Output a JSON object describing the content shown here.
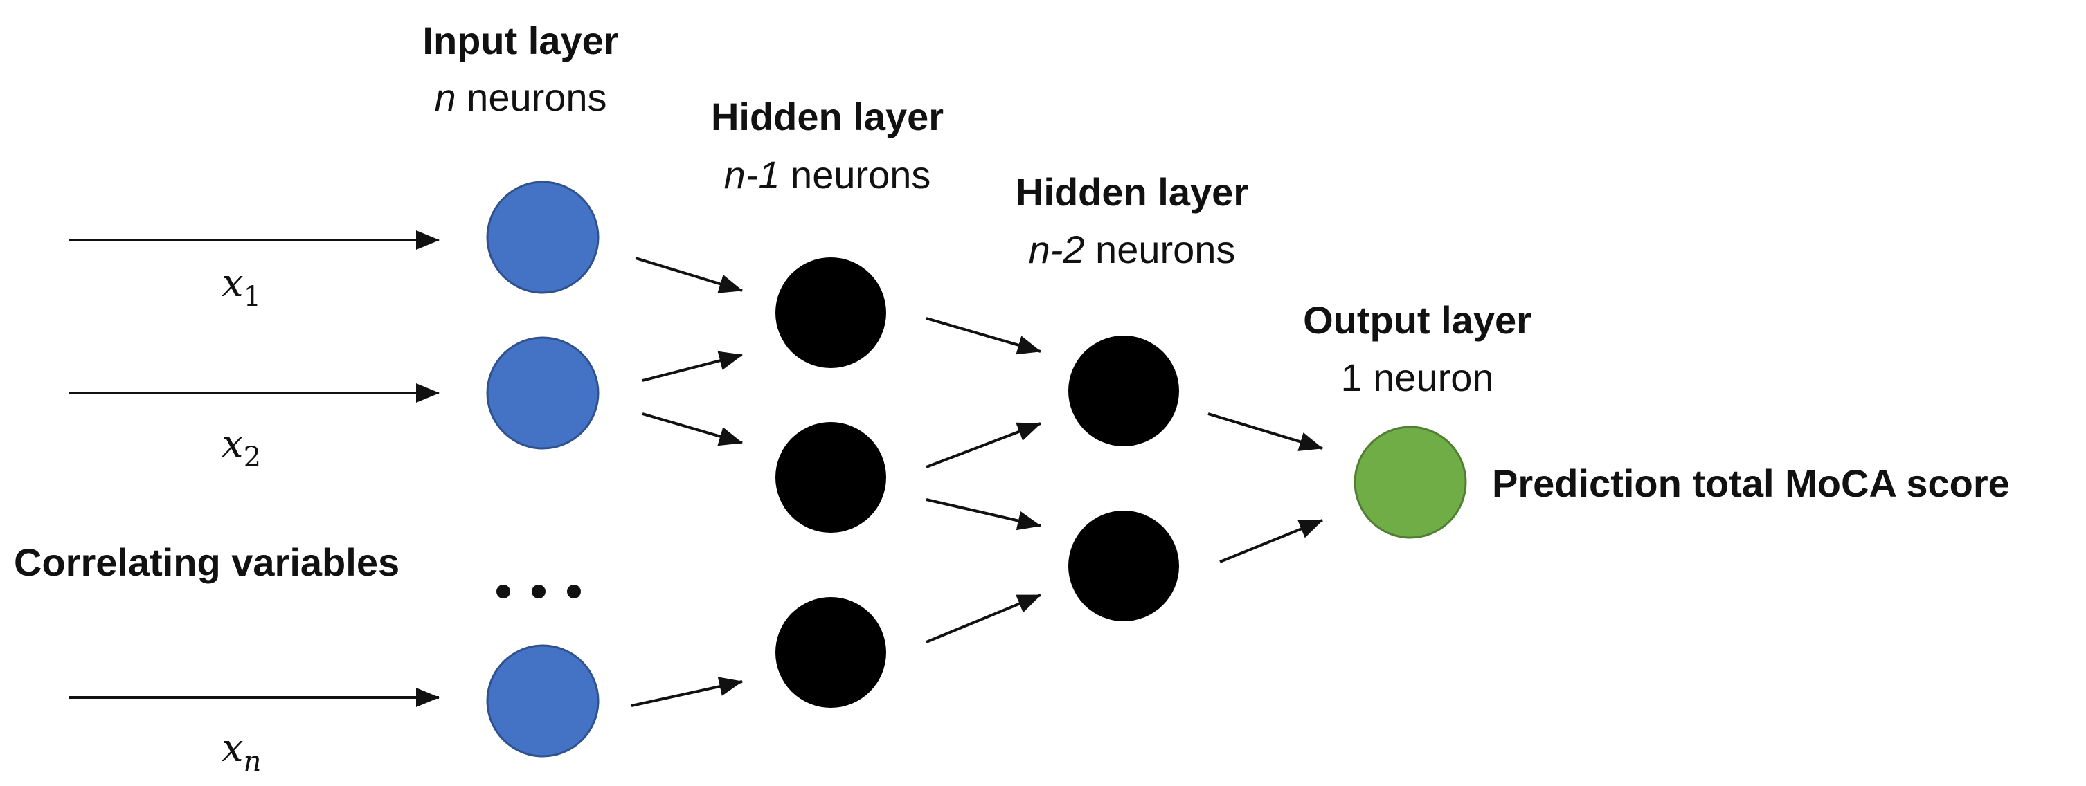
{
  "layers": {
    "input": {
      "title": "Input layer",
      "count_var": "n",
      "count_text": " neurons",
      "color": "#4472C4"
    },
    "hidden1": {
      "title": "Hidden layer",
      "count_var": "n-1",
      "count_text": " neurons",
      "color": "#000000"
    },
    "hidden2": {
      "title": "Hidden layer",
      "count_var": "n-2",
      "count_text": " neurons",
      "color": "#000000"
    },
    "output": {
      "title": "Output layer",
      "count_text": "1 neuron",
      "color": "#70AD47"
    }
  },
  "inputs": [
    {
      "symbol": "x",
      "index": "1"
    },
    {
      "symbol": "x",
      "index": "2"
    },
    {
      "symbol": "x",
      "index": "n"
    }
  ],
  "ellipsis": "...",
  "side_label": "Correlating variables",
  "output_label": "Prediction total MoCA score"
}
